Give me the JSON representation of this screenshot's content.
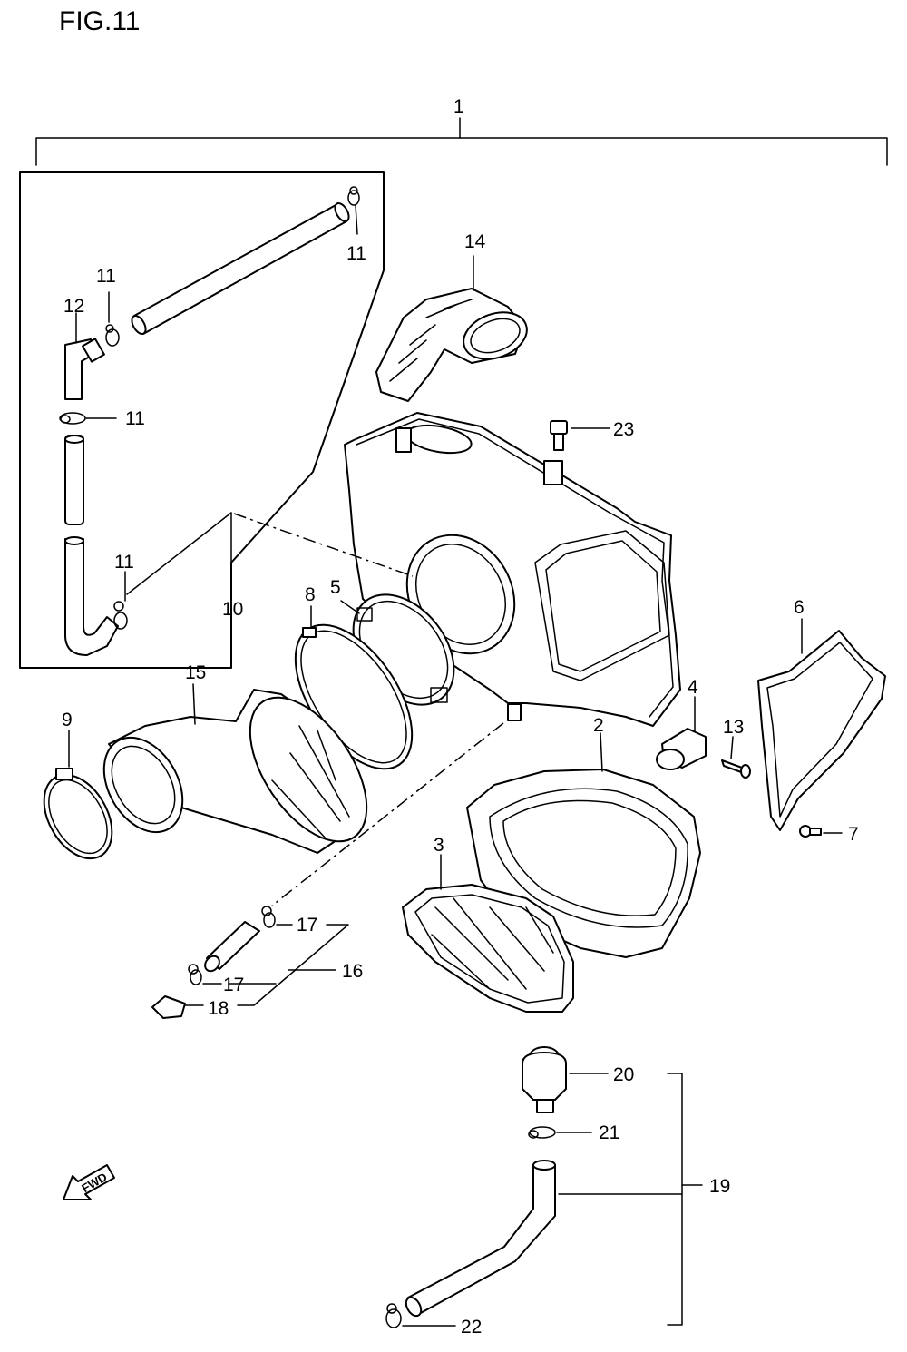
{
  "figure": {
    "title": "FIG.11",
    "fwd_label": "FWD"
  },
  "callouts": {
    "c1": "1",
    "c2": "2",
    "c3": "3",
    "c4": "4",
    "c5": "5",
    "c6": "6",
    "c7": "7",
    "c8": "8",
    "c9": "9",
    "c10": "10",
    "c11a": "11",
    "c11b": "11",
    "c11c": "11",
    "c11d": "11",
    "c12": "12",
    "c13": "13",
    "c14": "14",
    "c15": "15",
    "c16": "16",
    "c17a": "17",
    "c17b": "17",
    "c18": "18",
    "c19": "19",
    "c20": "20",
    "c21": "21",
    "c22": "22",
    "c23": "23"
  }
}
